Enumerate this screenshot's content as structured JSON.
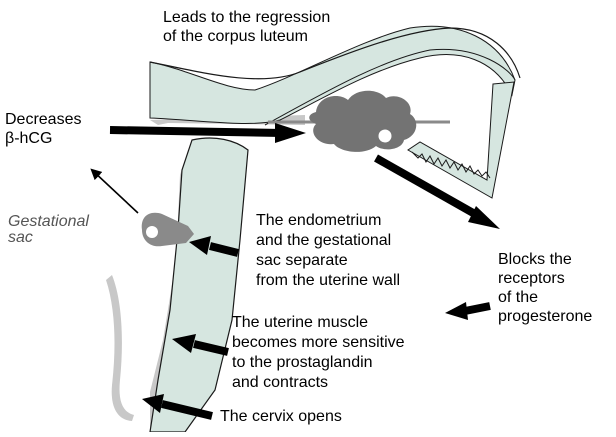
{
  "labels": {
    "corpus_luteum": [
      "Leads to the regression",
      "of the corpus luteum"
    ],
    "hcg": [
      "Decreases",
      "β-hCG"
    ],
    "gestational_sac": [
      "Gestational",
      "sac"
    ],
    "endometrium": [
      "The endometrium",
      "and the gestational",
      "sac separate",
      "from the uterine wall"
    ],
    "receptors": [
      "Blocks the",
      "receptors",
      "of the",
      "progesterone"
    ],
    "muscle": [
      "The uterine muscle",
      "becomes more sensitive",
      "to the prostaglandin",
      "and contracts"
    ],
    "cervix": [
      "The cervix opens"
    ]
  },
  "colors": {
    "uterine_wall_fill": "#d6e6e0",
    "grey_shape": "#c8c8c8",
    "ovary": "#737373",
    "arrow": "#000000",
    "outline": "#1a1a1a"
  }
}
